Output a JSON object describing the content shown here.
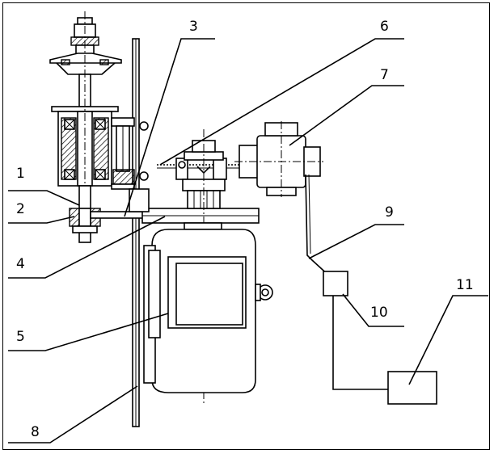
{
  "labels": {
    "l1": "1",
    "l2": "2",
    "l3": "3",
    "l4": "4",
    "l5": "5",
    "l6": "6",
    "l7": "7",
    "l8": "8",
    "l9": "9",
    "l10": "10",
    "l11": "11"
  },
  "components": [
    {
      "id": "1",
      "icon": "spindle-shaft-icon"
    },
    {
      "id": "2",
      "icon": "lower-bearing-icon"
    },
    {
      "id": "3",
      "icon": "mounting-bracket-icon"
    },
    {
      "id": "4",
      "icon": "motor-plate-icon"
    },
    {
      "id": "5",
      "icon": "motor-icon"
    },
    {
      "id": "6",
      "icon": "coupling-rod-icon"
    },
    {
      "id": "7",
      "icon": "valve-icon"
    },
    {
      "id": "8",
      "icon": "support-column-icon"
    },
    {
      "id": "9",
      "icon": "cable-icon"
    },
    {
      "id": "10",
      "icon": "sensor-box-icon"
    },
    {
      "id": "11",
      "icon": "controller-icon"
    }
  ]
}
